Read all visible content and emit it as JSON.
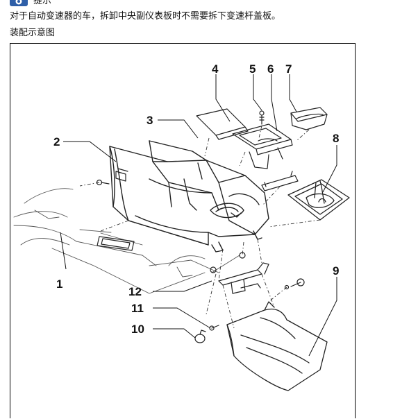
{
  "note": {
    "title": "提示",
    "text": "对于自动变速器的车，拆卸中央副仪表板时不需要拆下变速杆盖板。"
  },
  "figure": {
    "caption": "装配示意图",
    "callouts": [
      "1",
      "2",
      "3",
      "4",
      "5",
      "6",
      "7",
      "8",
      "9",
      "10",
      "11",
      "12"
    ]
  },
  "icons": {
    "note": "info-icon"
  },
  "colors": {
    "icon_blue": "#2f5fa8",
    "line": "#222222"
  }
}
